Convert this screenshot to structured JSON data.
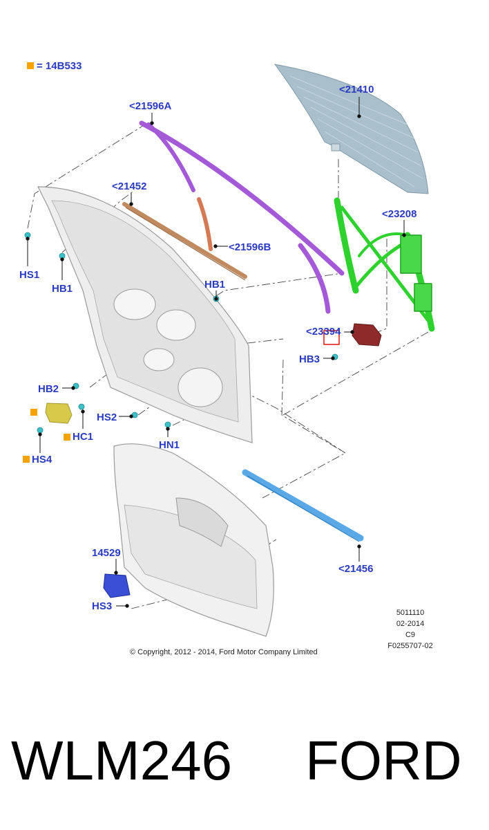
{
  "legend": {
    "symbol_color": "#f5a300",
    "text": "= 14B533"
  },
  "callouts": {
    "glass": "<21410",
    "run_channel_a": "<21596A",
    "belt_weatherstrip": "<21452",
    "run_channel_b": "<21596B",
    "regulator": "<23208",
    "motor": "<23394",
    "outer_belt": "<21456",
    "switch": "14529",
    "hs1": "HS1",
    "hb1_left": "HB1",
    "hb1_right": "HB1",
    "hb3": "HB3",
    "hb2": "HB2",
    "hs2": "HS2",
    "hc1": "HC1",
    "hn1": "HN1",
    "hs4": "HS4",
    "hs3": "HS3"
  },
  "meta": {
    "line1": "5011110",
    "line2": "02-2014",
    "line3": "C9",
    "line4": "F0255707-02"
  },
  "copyright": "© Copyright, 2012 - 2014, Ford Motor Company Limited",
  "footer": {
    "code": "WLM246",
    "brand": "FORD"
  },
  "colors": {
    "callout_text": "#2b3bbf",
    "glass": "#a9bfcc",
    "run_channel": "#a45ad6",
    "belt": "#c08a5e",
    "regulator": "#2fd12f",
    "motor": "#8e2a2a",
    "outer_belt": "#5aa8e6",
    "switch": "#3a4fd6",
    "bracket": "#d7c94a",
    "fastener": "#3fbfc8",
    "highlight_box": "#e02020"
  }
}
